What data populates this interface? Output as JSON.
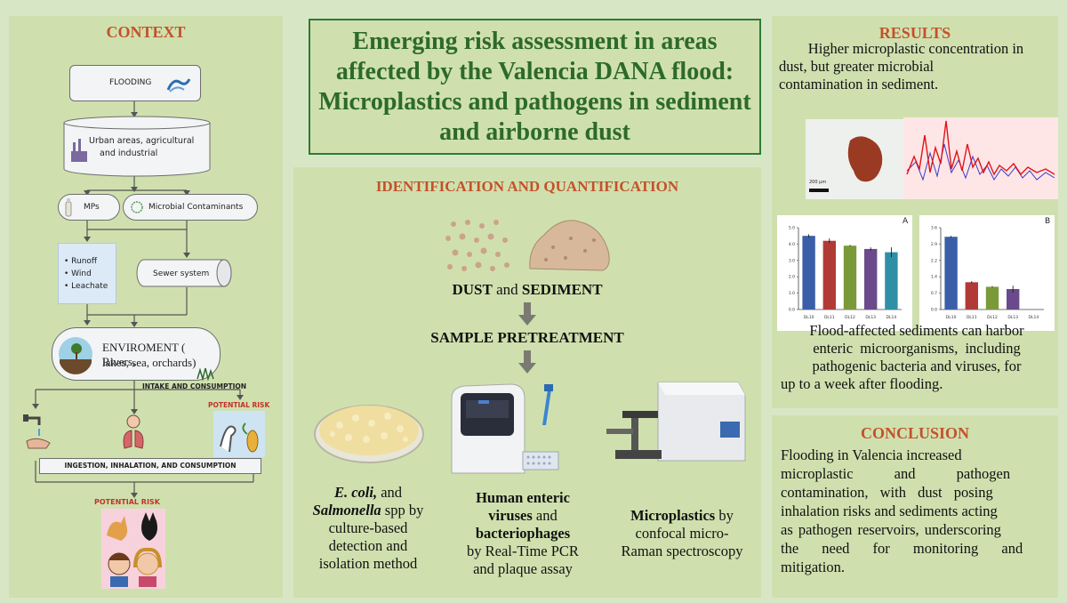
{
  "title": "Emerging risk assessment in areas affected by the Valencia DANA flood: Microplastics and pathogens in sediment and airborne dust",
  "context": {
    "heading": "CONTEXT",
    "flooding": "FLOODING",
    "urban_1": "Urban areas, agricultural",
    "urban_2": "and industrial",
    "mps": "MPs",
    "microbial": "Microbial Contaminants",
    "runoff": "• Runoff",
    "wind": "• Wind",
    "leachate": "• Leachate",
    "sewer": "Sewer system",
    "env_1": "ENVIROMENT ( Rivers,",
    "env_2": "lakes, sea, orchards)",
    "intake": "INTAKE AND CONSUMPTION",
    "potential_risk_small": "POTENTIAL RISK",
    "ingestion": "INGESTION, INHALATION, AND CONSUMPTION",
    "potential_risk": "POTENTIAL RISK"
  },
  "identification": {
    "heading": "IDENTIFICATION AND QUANTIFICATION",
    "dust_word": "DUST",
    "and_word": " and ",
    "sediment_word": "SEDIMENT",
    "pretreatment": "SAMPLE PRETREATMENT",
    "col1": {
      "l1a": "E. coli,",
      "l1b": " and",
      "l2a": "Salmonella",
      "l2b": " spp by",
      "l3": "culture-based",
      "l4": "detection and",
      "l5": "isolation method"
    },
    "col2": {
      "l1": "Human enteric",
      "l2a": "viruses",
      "l2b": " and",
      "l3": "bacteriophages",
      "l4": "by Real-Time PCR",
      "l5": "and plaque assay"
    },
    "col3": {
      "l1a": "Microplastics",
      "l1b": " by",
      "l2": "confocal micro-",
      "l3": "Raman spectroscopy"
    }
  },
  "results": {
    "heading": "RESULTS",
    "line1": "Higher microplastic concentration in",
    "line2": "dust, but greater microbial",
    "line3": "contamination in sediment.",
    "scale": "200 µm",
    "chart_a_tag": "A",
    "chart_b_tag": "B",
    "para2": [
      "Flood-affected sediments can harbor",
      "enteric microorganisms, including",
      "pathogenic bacteria and viruses, for",
      "up to a week after flooding."
    ]
  },
  "conclusion": {
    "heading": "CONCLUSION",
    "lines": [
      "Flooding in Valencia increased",
      "microplastic and pathogen",
      "contamination, with dust posing",
      "inhalation risks and sediments acting",
      "as pathogen reservoirs, underscoring",
      "the need for monitoring and",
      "mitigation."
    ]
  },
  "chart_data": [
    {
      "type": "bar",
      "tag": "A",
      "categories": [
        "DL10",
        "DL11",
        "DL12",
        "DL13",
        "DL14"
      ],
      "values": [
        4.5,
        4.2,
        3.9,
        3.7,
        3.5
      ],
      "errors": [
        0.1,
        0.15,
        0.05,
        0.1,
        0.3
      ],
      "ylim": [
        0,
        5
      ],
      "colors": [
        "#3a5fa8",
        "#b23a36",
        "#7a9a3a",
        "#6a4a8a",
        "#2f8fa6"
      ]
    },
    {
      "type": "bar",
      "tag": "B",
      "categories": [
        "DL10",
        "DL11",
        "DL12",
        "DL13",
        "DL14"
      ],
      "values": [
        3.2,
        1.2,
        1.0,
        0.9,
        0
      ],
      "errors": [
        0.04,
        0.05,
        0.03,
        0.15,
        0
      ],
      "ylim": [
        0,
        3.6
      ],
      "colors": [
        "#3a5fa8",
        "#b23a36",
        "#7a9a3a",
        "#6a4a8a",
        "#2f8fa6"
      ]
    }
  ]
}
